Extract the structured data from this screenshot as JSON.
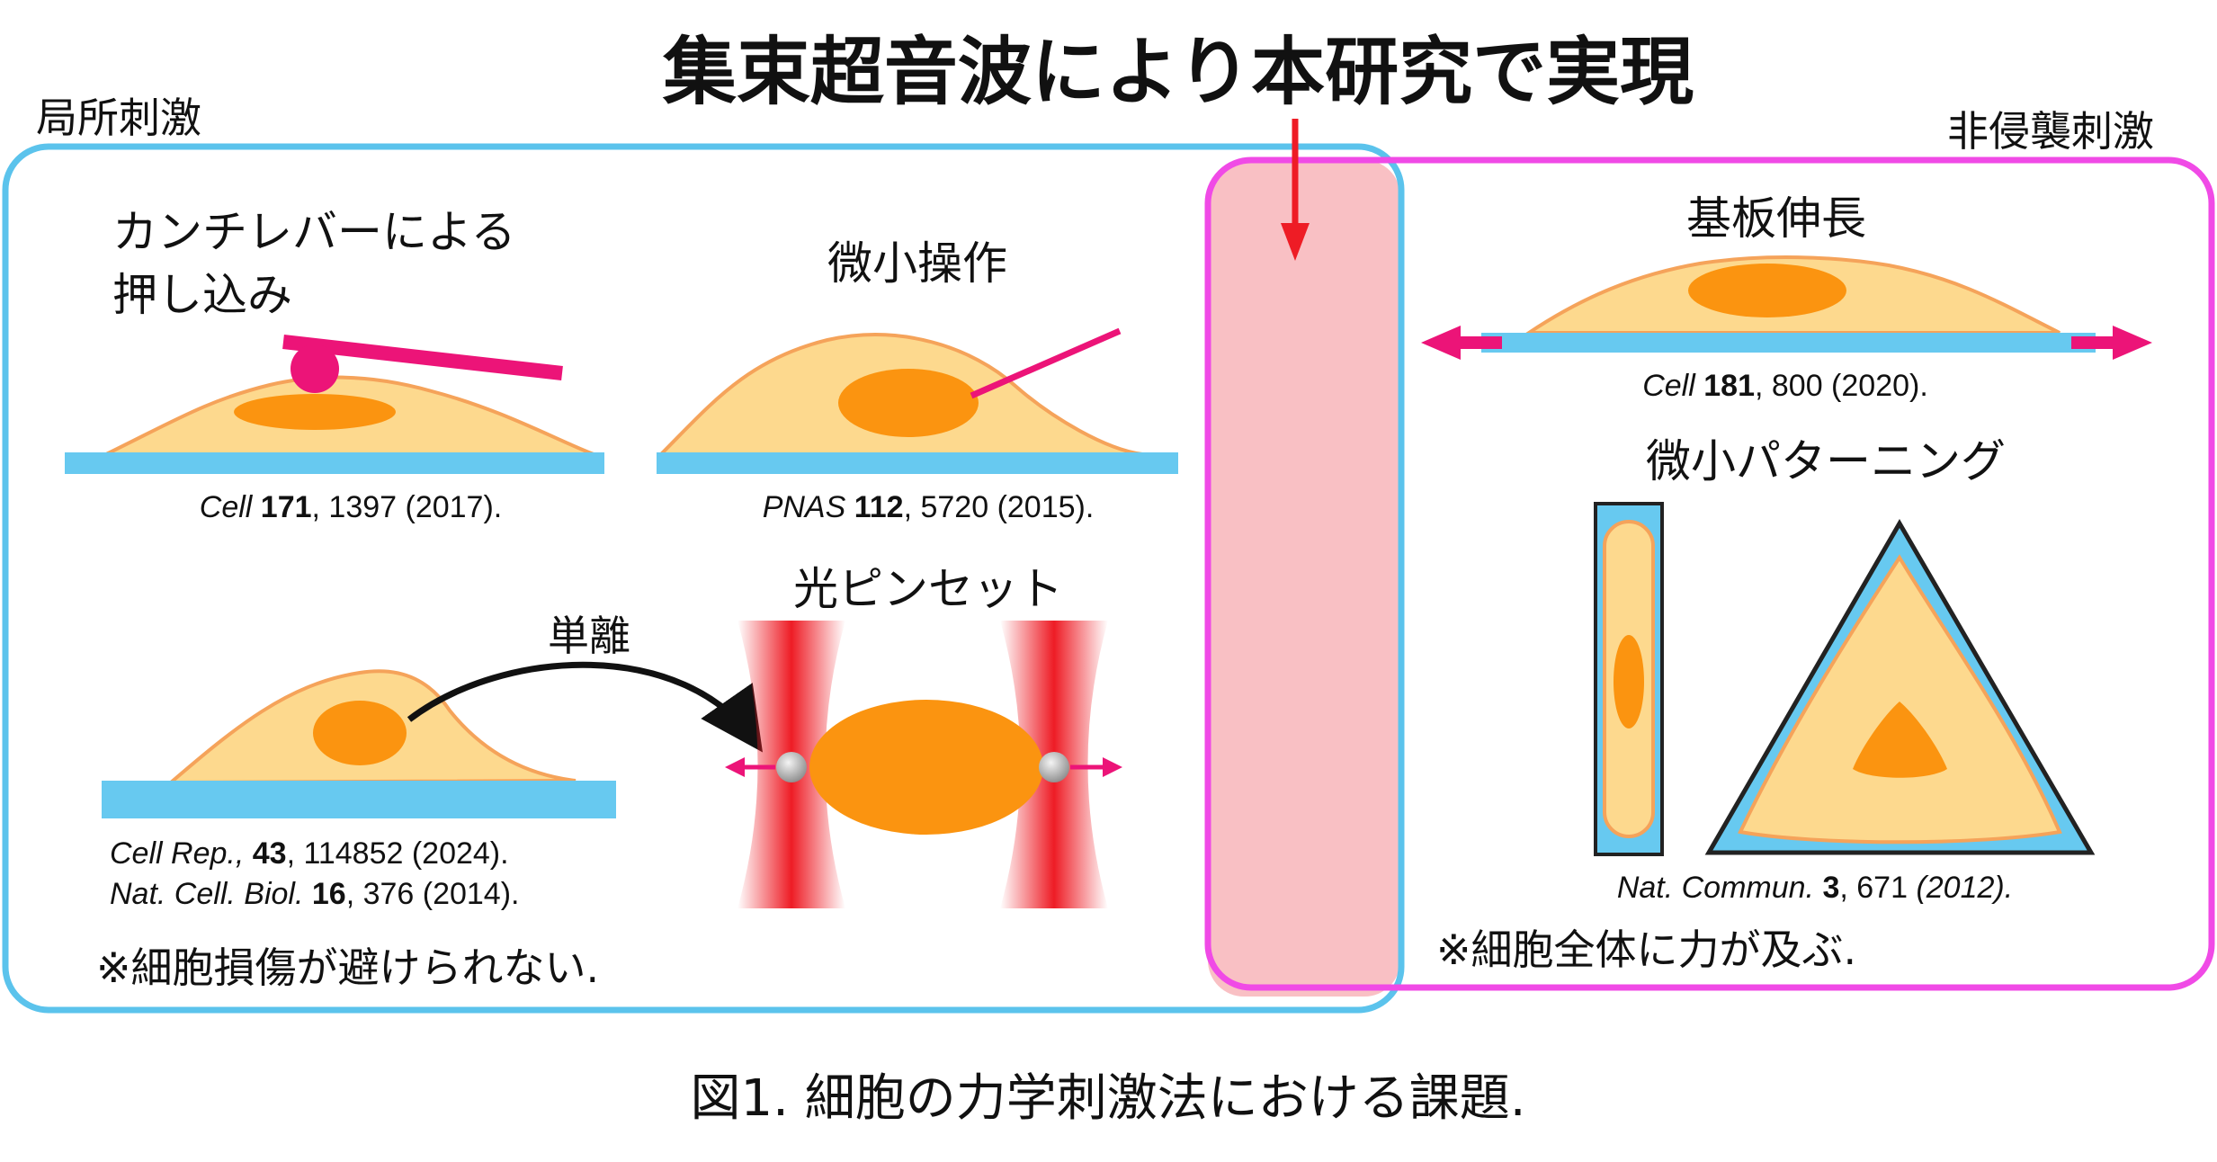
{
  "headline": "集束超音波により本研究で実現",
  "left_group": {
    "label": "局所刺激",
    "cantilever": {
      "label_line1": "カンチレバーによる",
      "label_line2": "押し込み",
      "ref": {
        "journal": "Cell",
        "volume": "171",
        "rest": ", 1397 (2017)."
      }
    },
    "micromanip": {
      "label": "微小操作",
      "ref": {
        "journal": "PNAS",
        "volume": "112",
        "rest": ", 5720 (2015)."
      }
    },
    "isolation": {
      "label": "単離",
      "ref1": {
        "journal": "Cell Rep.,",
        "volume": "43",
        "rest": ", 114852 (2024)."
      },
      "ref2": {
        "journal": "Nat. Cell. Biol.",
        "volume": "16",
        "rest": ", 376 (2014)."
      }
    },
    "tweezers": {
      "label": "光ピンセット"
    },
    "note": "※細胞損傷が避けられない."
  },
  "right_group": {
    "label": "非侵襲刺激",
    "stretch": {
      "label": "基板伸長",
      "ref": {
        "journal": "Cell",
        "volume": "181",
        "rest": ", 800 (2020)."
      }
    },
    "patterning": {
      "label": "微小パターニング",
      "ref": {
        "journal": "Nat. Commun.",
        "volume": "3",
        "rest": ", 671",
        "year": " (2012)."
      }
    },
    "note": "※細胞全体に力が及ぶ."
  },
  "caption": "図1.  細胞の力学刺激法における課題.",
  "colors": {
    "headline_red": "#ee1c25",
    "local_box": "#5bc3ec",
    "noninvasive_box": "#f04ae6",
    "overlap_fill": "#f9c0c4",
    "cell_fill": "#fdd98e",
    "cell_edge": "#f5a35a",
    "nucleus": "#fb9410",
    "substrate": "#67c9f0",
    "magenta": "#ec1478",
    "laser_red": "#ee1c25"
  }
}
